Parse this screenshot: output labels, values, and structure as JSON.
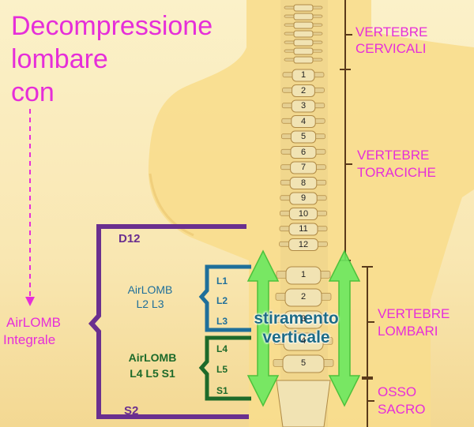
{
  "title": {
    "line1": "Decompressione",
    "line2": "lombare",
    "line3": "con"
  },
  "device": {
    "line1": "AirLOMB",
    "line2": "Integrale"
  },
  "vertebra_labels": {
    "top": "D12",
    "bottom": "S2"
  },
  "group_upper": {
    "name": "AirLOMB",
    "levels": "L2 L3",
    "items": [
      "L1",
      "L2",
      "L3"
    ]
  },
  "group_lower": {
    "name": "AirLOMB",
    "levels": "L4 L5 S1",
    "items": [
      "L4",
      "L5",
      "S1"
    ]
  },
  "stretch": {
    "line1": "stiramento",
    "line2": "verticale"
  },
  "sections": [
    {
      "line1": "VERTEBRE",
      "line2": "CERVICALI"
    },
    {
      "line1": "VERTEBRE",
      "line2": "TORACICHE"
    },
    {
      "line1": "VERTEBRE",
      "line2": "LOMBARI"
    },
    {
      "line1": "OSSO",
      "line2": "SACRO"
    }
  ],
  "thoracic_numbers": [
    "1",
    "2",
    "3",
    "4",
    "5",
    "6",
    "7",
    "8",
    "9",
    "10",
    "11",
    "12"
  ],
  "lumbar_numbers": [
    "1",
    "2",
    "3",
    "4",
    "5"
  ],
  "colors": {
    "title": "#e62ed9",
    "bracket_main": "#6a2f8f",
    "bracket_upper": "#1f6f9a",
    "bracket_lower": "#1d6a2a",
    "arrow": "#6ee860"
  }
}
